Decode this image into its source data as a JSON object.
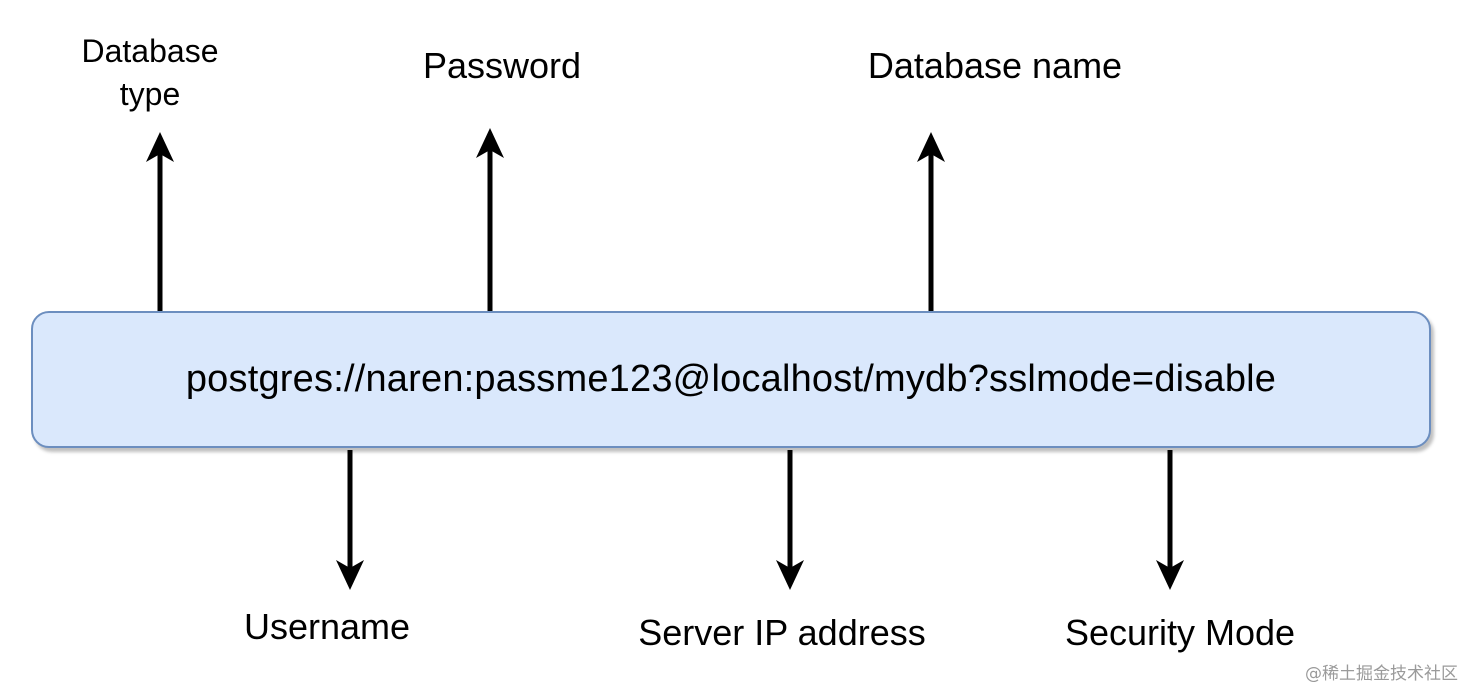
{
  "connection_string": "postgres://naren:passme123@localhost/mydb?sslmode=disable",
  "labels_top": {
    "database_type_line1": "Database",
    "database_type_line2": "type",
    "password": "Password",
    "database_name": "Database name"
  },
  "labels_bottom": {
    "username": "Username",
    "server_ip_address": "Server IP address",
    "security_mode": "Security Mode"
  },
  "watermark": "@稀土掘金技术社区",
  "colors": {
    "box_fill": "#dae8fc",
    "box_border": "#6c8ebf",
    "arrow": "#000000"
  }
}
